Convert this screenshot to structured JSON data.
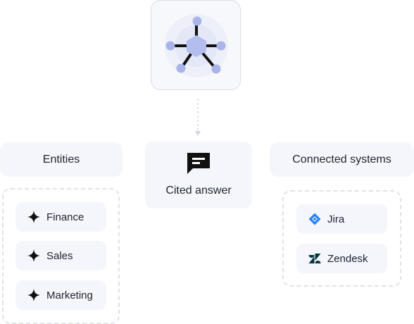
{
  "hub": {
    "icon": "knowledge-graph-icon",
    "colors": {
      "node": "#a9b4e8",
      "center": "#b3bdee",
      "halo": "#e9ecf8",
      "edge": "#111111"
    }
  },
  "entities": {
    "title": "Entities",
    "items": [
      {
        "label": "Finance",
        "icon": "sparkle-icon"
      },
      {
        "label": "Sales",
        "icon": "sparkle-icon"
      },
      {
        "label": "Marketing",
        "icon": "sparkle-icon"
      }
    ]
  },
  "answer": {
    "label": "Cited answer",
    "icon": "message-icon"
  },
  "systems": {
    "title": "Connected systems",
    "items": [
      {
        "label": "Jira",
        "icon": "jira-icon",
        "color": "#2684ff"
      },
      {
        "label": "Zendesk",
        "icon": "zendesk-icon",
        "color": "#03363d"
      }
    ]
  }
}
